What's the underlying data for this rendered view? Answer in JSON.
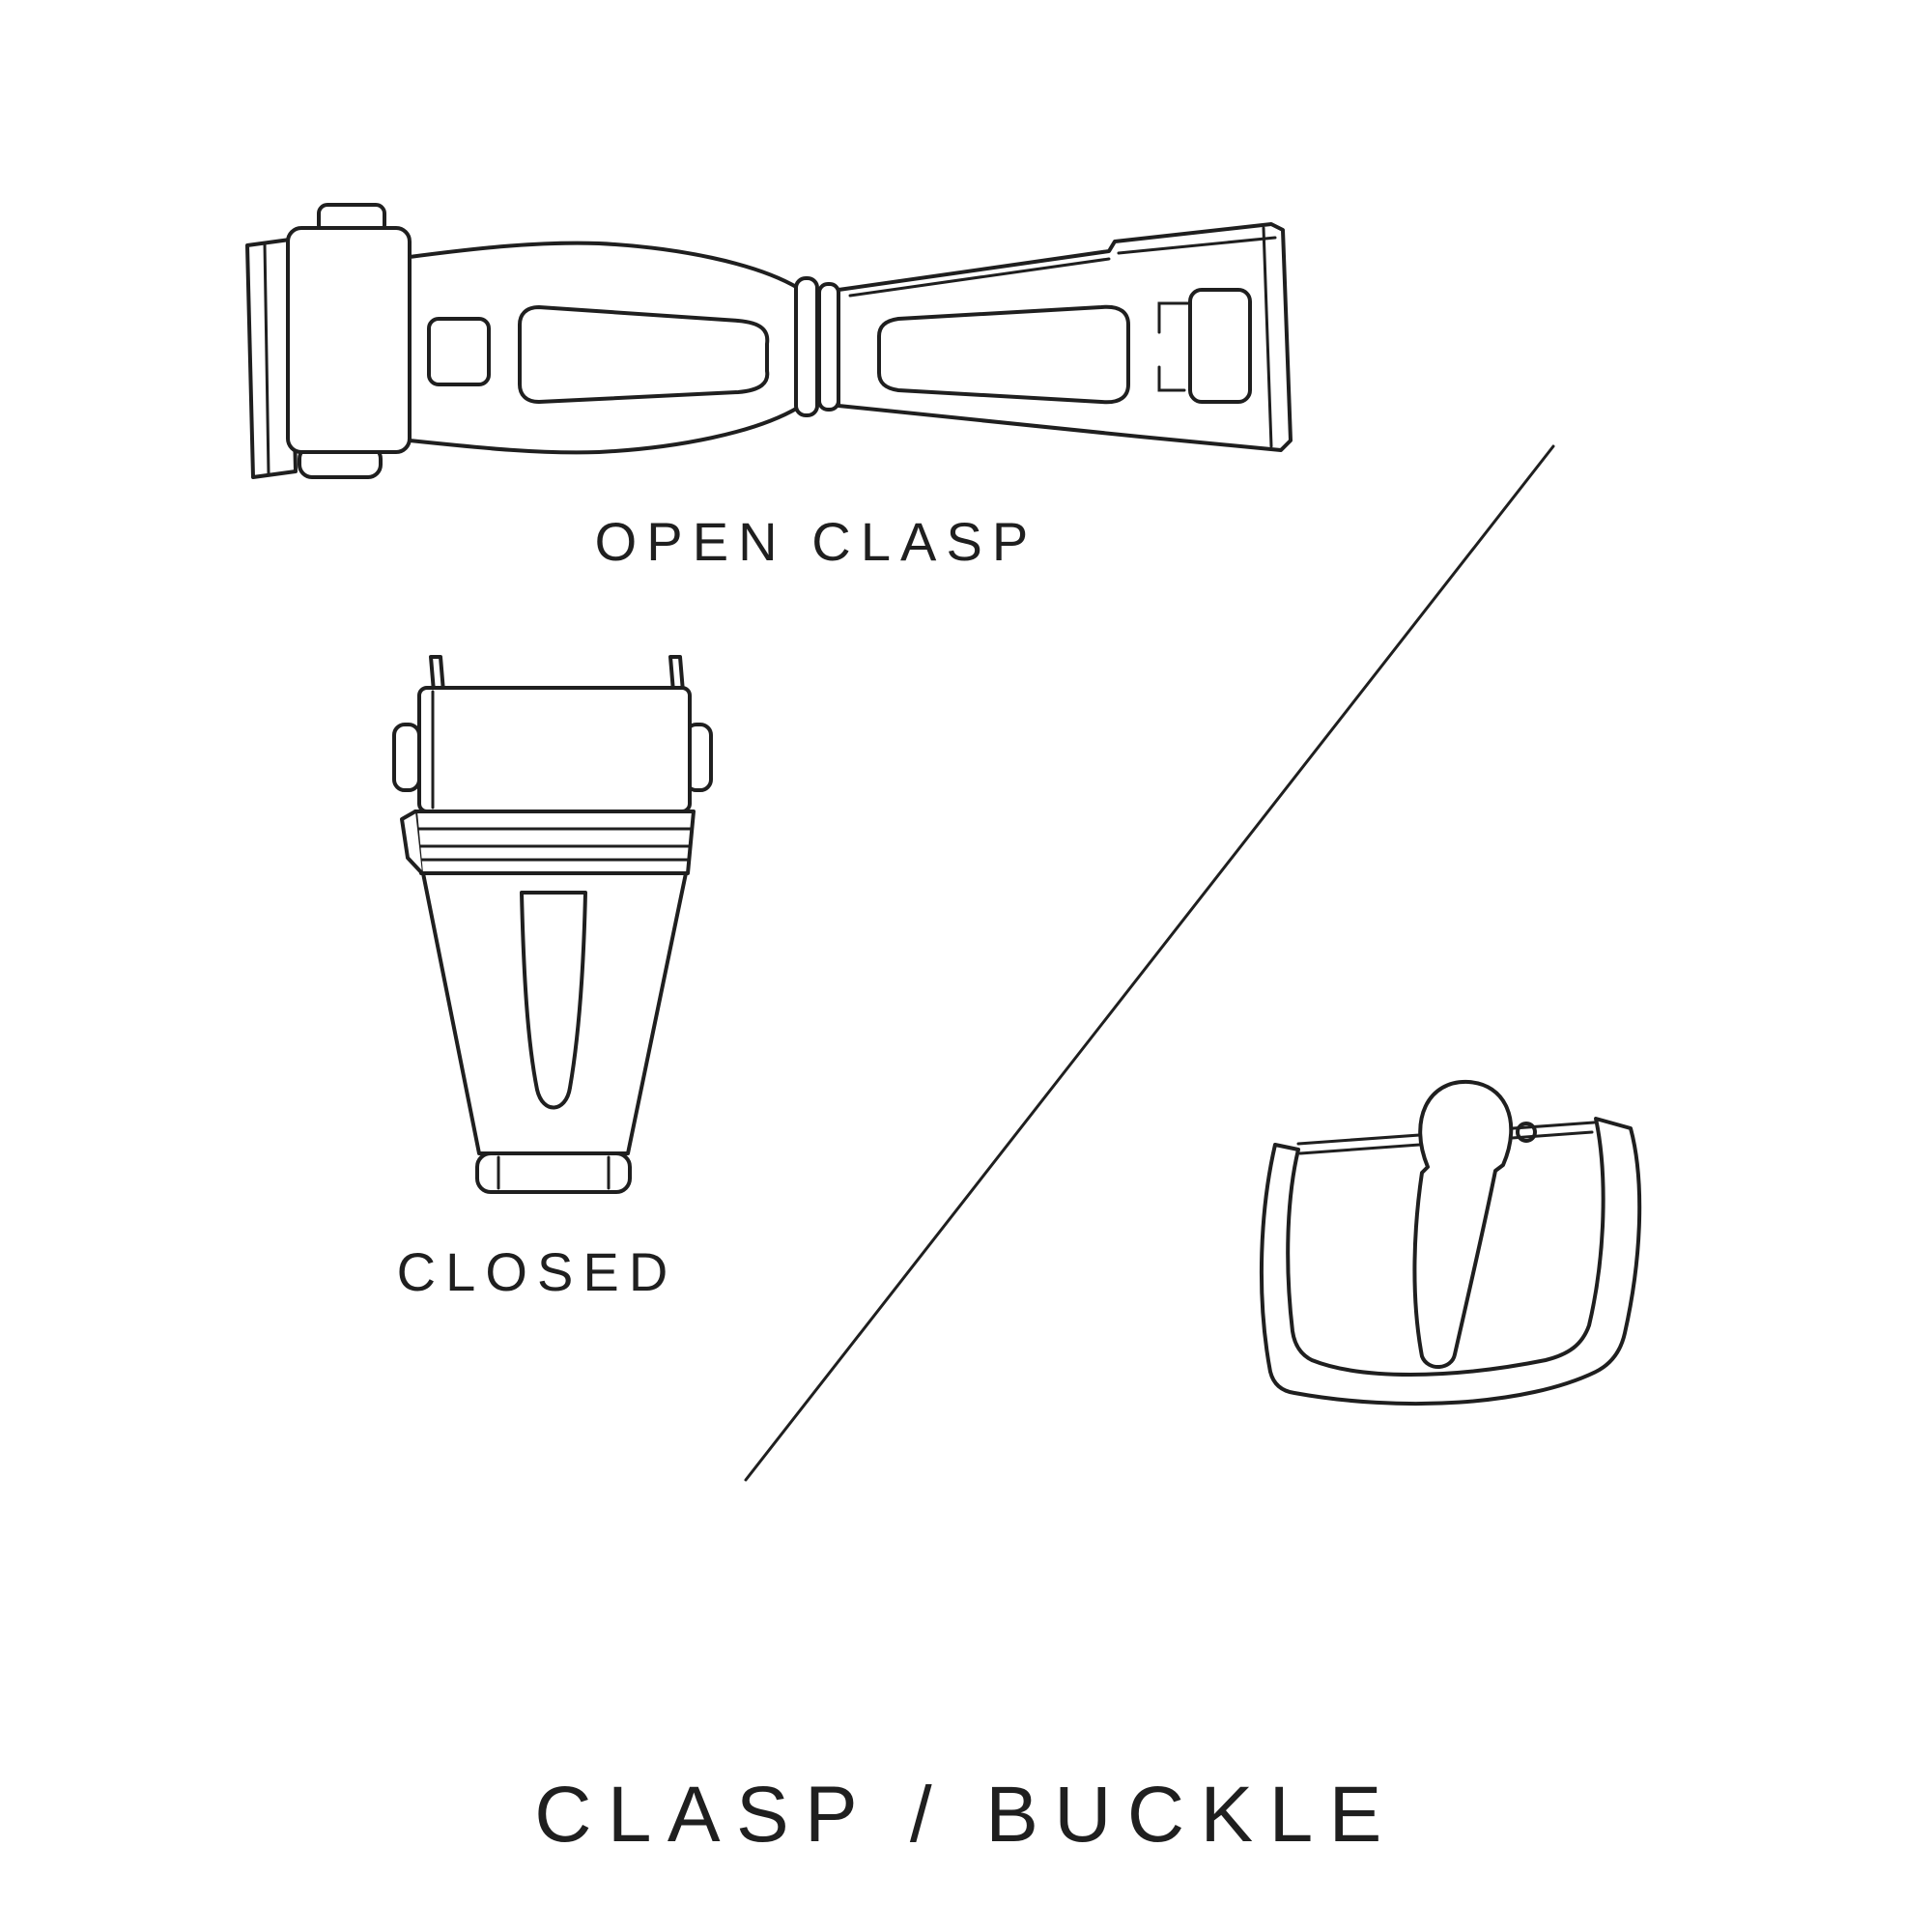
{
  "page": {
    "background_color": "#ffffff",
    "line_color": "#1f1f1f"
  },
  "title": {
    "text": "CLASP / BUCKLE"
  },
  "labels": {
    "open_clasp": "OPEN CLASP",
    "closed": "CLOSED"
  },
  "illustrations": [
    {
      "name": "open-clasp-illustration",
      "caption": "OPEN CLASP"
    },
    {
      "name": "closed-clasp-illustration",
      "caption": "CLOSED"
    },
    {
      "name": "buckle-illustration",
      "caption": ""
    }
  ]
}
